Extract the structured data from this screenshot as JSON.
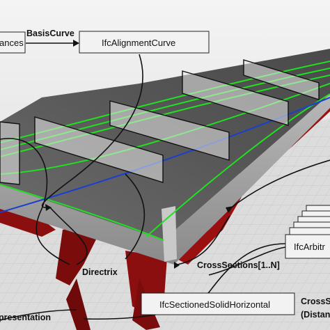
{
  "diagram": {
    "labels": {
      "instances": "ances",
      "basis_curve": "BasisCurve",
      "ifc_alignment_curve": "IfcAlignmentCurve",
      "ifc_arbitrary": "IfcArbitr",
      "directrix": "Directrix",
      "cross_sections": "CrossSections[1..N]",
      "ifc_sectioned_solid_horizontal": "IfcSectionedSolidHorizontal",
      "cross_s": "CrossS",
      "distan": "(Distan",
      "representation": "presentation"
    },
    "colors": {
      "deck_top": "#5b5b5b",
      "deck_side": "#9a9a9a",
      "girder_red": "#8b0f0f",
      "ground": "#d8d8d8",
      "alignment_blue": "#1a3fd0",
      "edge_green": "#20e020",
      "box_fill": "#f2f2f2",
      "box_stroke": "#222222"
    }
  }
}
